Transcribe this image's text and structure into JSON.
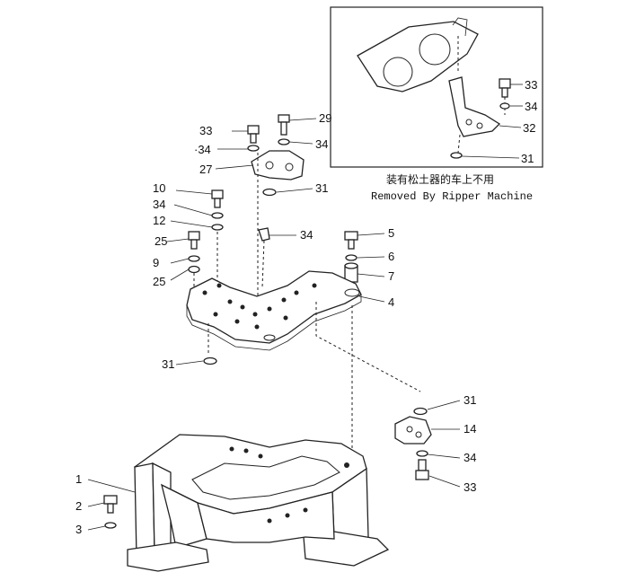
{
  "inset": {
    "caption_cn": "装有松土器的车上不用",
    "caption_en": "Removed By Ripper Machine"
  },
  "callouts": [
    {
      "id": "c33a",
      "text": "33"
    },
    {
      "id": "c29",
      "text": "29"
    },
    {
      "id": "c34a",
      "text": "·34"
    },
    {
      "id": "c34b",
      "text": "34"
    },
    {
      "id": "c27",
      "text": "27"
    },
    {
      "id": "c31a",
      "text": "31"
    },
    {
      "id": "c10",
      "text": "10"
    },
    {
      "id": "c34c",
      "text": "34"
    },
    {
      "id": "c12",
      "text": "12"
    },
    {
      "id": "c25a",
      "text": "25"
    },
    {
      "id": "c9",
      "text": "9"
    },
    {
      "id": "c34d",
      "text": "34"
    },
    {
      "id": "c25b",
      "text": "25"
    },
    {
      "id": "c5",
      "text": "5"
    },
    {
      "id": "c6",
      "text": "6"
    },
    {
      "id": "c7",
      "text": "7"
    },
    {
      "id": "c4",
      "text": "4"
    },
    {
      "id": "c31b",
      "text": "31"
    },
    {
      "id": "c31c",
      "text": "31"
    },
    {
      "id": "c14",
      "text": "14"
    },
    {
      "id": "c34e",
      "text": "34"
    },
    {
      "id": "c33b",
      "text": "33"
    },
    {
      "id": "c1",
      "text": "1"
    },
    {
      "id": "c2",
      "text": "2"
    },
    {
      "id": "c3",
      "text": "3"
    },
    {
      "id": "c33c",
      "text": "33"
    },
    {
      "id": "c34f",
      "text": "34"
    },
    {
      "id": "c32",
      "text": "32"
    },
    {
      "id": "c31d",
      "text": "31"
    }
  ]
}
